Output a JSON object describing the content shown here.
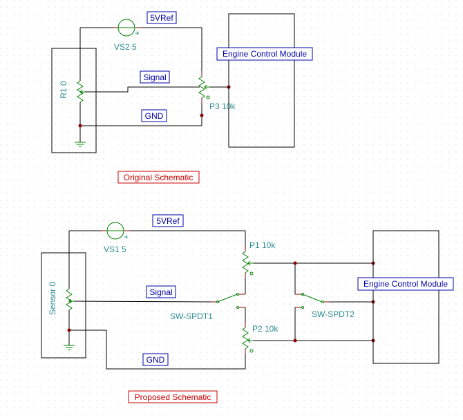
{
  "original": {
    "source_name": "VS2 5",
    "pot_name": "P3 10k",
    "sensor_name": "R1 0",
    "net_5vref": "5VRef",
    "net_signal": "Signal",
    "net_gnd": "GND",
    "ecm_label": "Engine Control Module",
    "caption": "Original Schematic"
  },
  "proposed": {
    "source_name": "VS1 5",
    "pot1_name": "P1 10k",
    "pot2_name": "P2 10k",
    "sensor_name": "Sensor 0",
    "switch1_name": "SW-SPDT1",
    "switch2_name": "SW-SPDT2",
    "net_5vref": "5VRef",
    "net_signal": "Signal",
    "net_gnd": "GND",
    "ecm_label": "Engine Control Module",
    "caption": "Proposed Schematic"
  },
  "symbols": {
    "plus": "+",
    "wiper_marker": "o"
  },
  "colors": {
    "wire": "#000000",
    "component": "#008000",
    "pin": "#8b0000",
    "component_text": "#2a8c8c",
    "net_label": "#0000aa",
    "caption": "#cc0000"
  }
}
